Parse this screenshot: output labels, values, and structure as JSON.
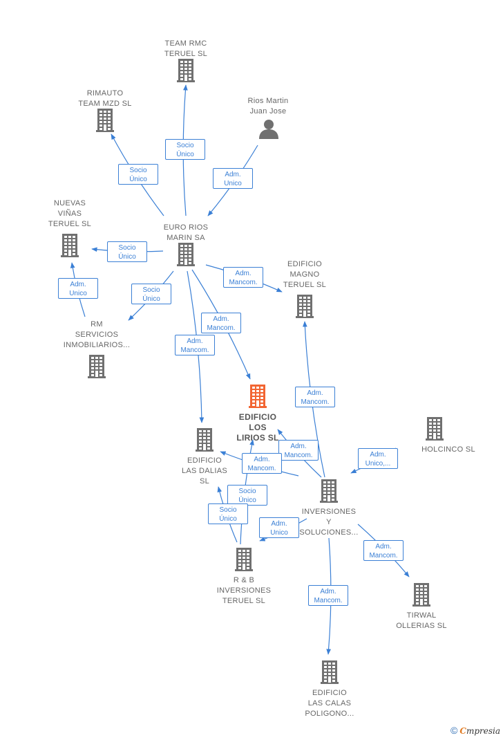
{
  "colors": {
    "edge": "#3a7fd5",
    "building": "#707070",
    "focus": "#f26532",
    "text": "#666666"
  },
  "nodes": [
    {
      "id": "team_rmc",
      "label": "TEAM RMC\nTERUEL  SL",
      "icon": "building-icon"
    },
    {
      "id": "rimauto",
      "label": "RIMAUTO\nTEAM MZD SL",
      "icon": "building-icon"
    },
    {
      "id": "rios_martin",
      "label": "Rios Martin\nJuan Jose",
      "icon": "person-icon"
    },
    {
      "id": "nuevas_vinas",
      "label": "NUEVAS\nVIÑAS\nTERUEL  SL",
      "icon": "building-icon"
    },
    {
      "id": "euro_rios",
      "label": "EURO RIOS\nMARIN SA",
      "icon": "building-icon"
    },
    {
      "id": "edificio_magno",
      "label": "EDIFICIO\nMAGNO\nTERUEL  SL",
      "icon": "building-icon"
    },
    {
      "id": "rm_servicios",
      "label": "RM\nSERVICIOS\nINMOBILIARIOS...",
      "icon": "building-icon"
    },
    {
      "id": "edificio_los_lirios",
      "label": "EDIFICIO\nLOS\nLIRIOS  SL",
      "icon": "building-icon",
      "focus": true
    },
    {
      "id": "holcinco",
      "label": "HOLCINCO  SL",
      "icon": "building-icon"
    },
    {
      "id": "edificio_las_dalias",
      "label": "EDIFICIO\nLAS DALIAS\nSL",
      "icon": "building-icon"
    },
    {
      "id": "inversiones_soluciones",
      "label": "INVERSIONES\nY\nSOLUCIONES...",
      "icon": "building-icon"
    },
    {
      "id": "rb_inversiones",
      "label": "R & B\nINVERSIONES\nTERUEL  SL",
      "icon": "building-icon"
    },
    {
      "id": "tirwal",
      "label": "TIRWAL\nOLLERIAS  SL",
      "icon": "building-icon"
    },
    {
      "id": "edificio_las_calas",
      "label": "EDIFICIO\nLAS CALAS\nPOLIGONO...",
      "icon": "building-icon"
    }
  ],
  "edges": [
    {
      "from": "euro_rios",
      "to": "team_rmc",
      "label": "Socio\nÚnico"
    },
    {
      "from": "euro_rios",
      "to": "rimauto",
      "label": "Socio\nÚnico"
    },
    {
      "from": "rios_martin",
      "to": "euro_rios",
      "label": "Adm.\nUnico"
    },
    {
      "from": "euro_rios",
      "to": "nuevas_vinas",
      "label": "Socio\nÚnico"
    },
    {
      "from": "rm_servicios",
      "to": "nuevas_vinas",
      "label": "Adm.\nUnico"
    },
    {
      "from": "euro_rios",
      "to": "rm_servicios",
      "label": "Socio\nÚnico"
    },
    {
      "from": "euro_rios",
      "to": "edificio_magno",
      "label": "Adm.\nMancom."
    },
    {
      "from": "euro_rios",
      "to": "edificio_los_lirios",
      "label": "Adm.\nMancom."
    },
    {
      "from": "euro_rios",
      "to": "edificio_las_dalias",
      "label": "Adm.\nMancom."
    },
    {
      "from": "inversiones_soluciones",
      "to": "edificio_magno",
      "label": "Adm.\nMancom."
    },
    {
      "from": "inversiones_soluciones",
      "to": "edificio_los_lirios",
      "label": "Adm.\nMancom."
    },
    {
      "from": "inversiones_soluciones",
      "to": "edificio_las_dalias",
      "label": "Adm.\nMancom."
    },
    {
      "from": "holcinco",
      "to": "inversiones_soluciones",
      "label": "Adm.\nUnico,..."
    },
    {
      "from": "rb_inversiones",
      "to": "edificio_los_lirios",
      "label": "Socio\nÚnico"
    },
    {
      "from": "rb_inversiones",
      "to": "edificio_las_dalias",
      "label": "Socio\nÚnico"
    },
    {
      "from": "inversiones_soluciones",
      "to": "rb_inversiones",
      "label": "Adm.\nUnico"
    },
    {
      "from": "inversiones_soluciones",
      "to": "tirwal",
      "label": "Adm.\nMancom."
    },
    {
      "from": "inversiones_soluciones",
      "to": "edificio_las_calas",
      "label": "Adm.\nMancom."
    }
  ],
  "footer": {
    "copyright": "©",
    "brand_first": "C",
    "brand_rest": "mpresia"
  }
}
